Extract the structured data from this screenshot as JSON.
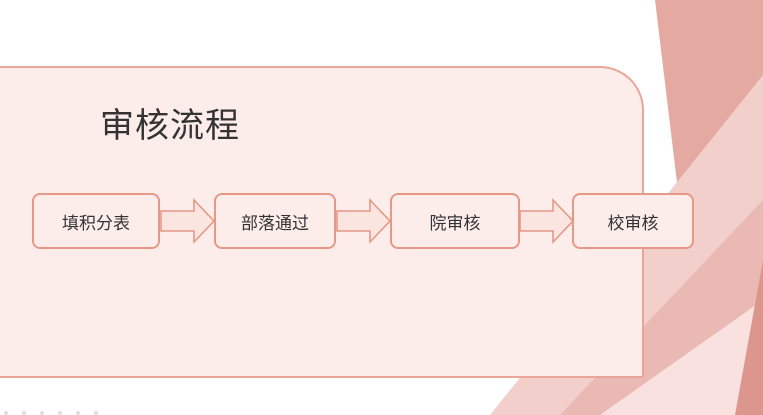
{
  "title": "审核流程",
  "steps": [
    {
      "label": "填积分表"
    },
    {
      "label": "部落通过"
    },
    {
      "label": "院审核"
    },
    {
      "label": "校审核"
    }
  ],
  "colors": {
    "panel_fill": "#fcecea",
    "panel_border": "#e9a698",
    "step_border": "#e69886",
    "arrow_fill": "#fbe5e1",
    "decor_dark": "#e3a79f",
    "decor_light": "#f5d3cf"
  }
}
